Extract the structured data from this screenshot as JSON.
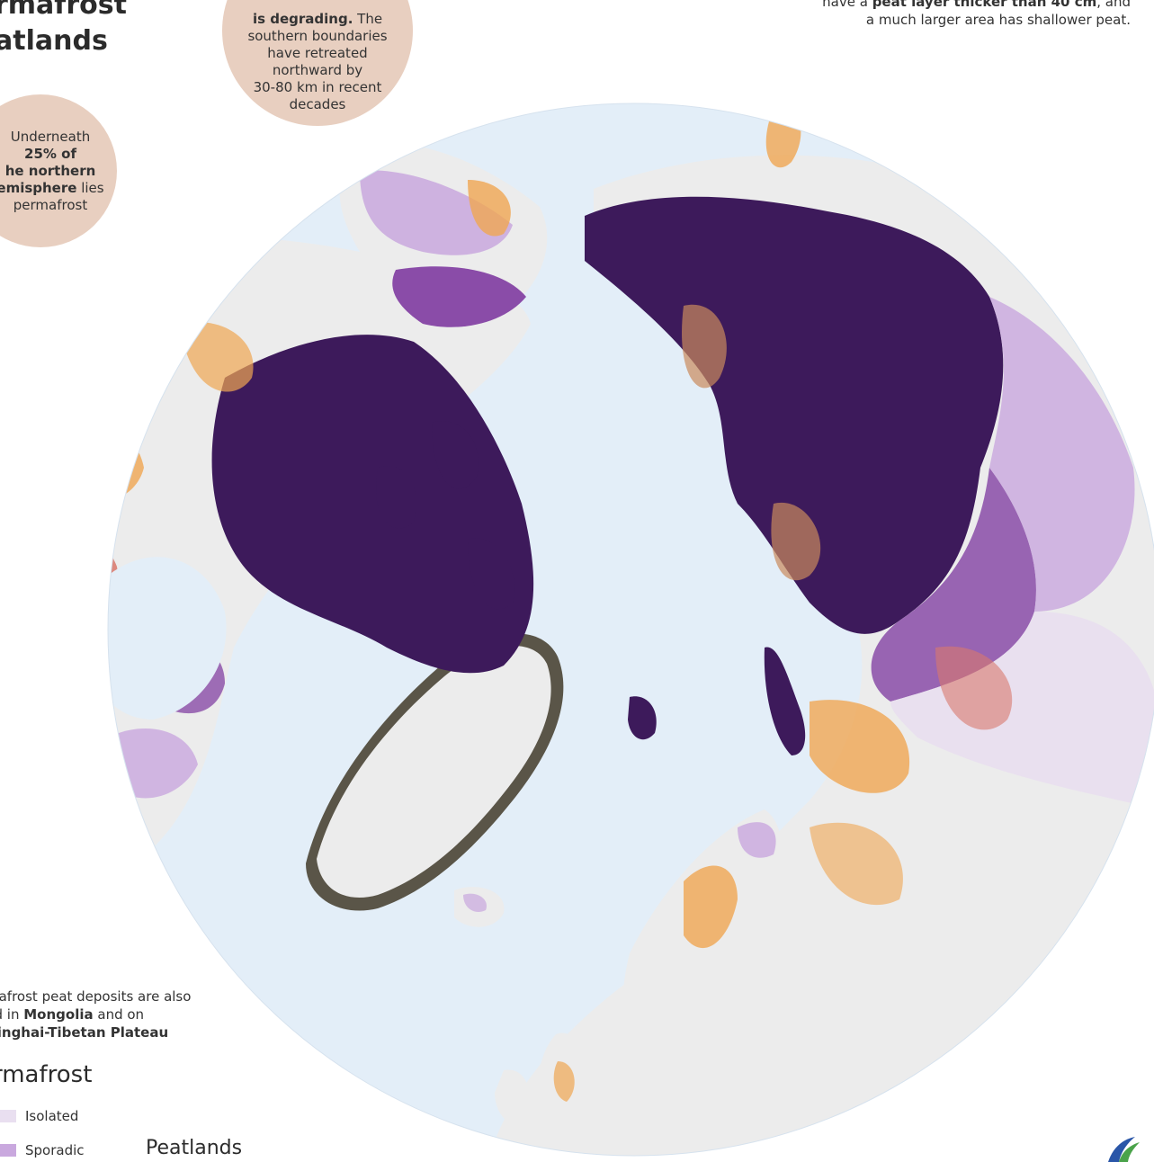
{
  "title_lines": [
    "rmafrost",
    "atlands"
  ],
  "bubble_left": {
    "line1": "Underneath",
    "bold1": "25% of",
    "bold2": "he northern",
    "bold3": "emisphere",
    "line2": " lies",
    "line3": "permafrost"
  },
  "bubble_top": {
    "bold": "is degrading.",
    "rest1": " The",
    "line2": "southern boundaries",
    "line3": "have retreated",
    "line4": "northward by",
    "line5": "30-80 km in recent",
    "line6": "decades"
  },
  "note_top_right": {
    "pre": "have a ",
    "bold": "peat layer thicker than 40 cm",
    "post": ", and",
    "line2": "a much larger area has shallower peat."
  },
  "note_bottom_left": {
    "line1": "mafrost peat deposits are also",
    "pre2": "nd in ",
    "bold2": "Mongolia",
    "post2": " and on",
    "bold3": "Qinghai-Tibetan Plateau"
  },
  "legend": {
    "title": "rmafrost",
    "items": [
      {
        "label": "Isolated",
        "color": "#e9dff0"
      },
      {
        "label": "Sporadic",
        "color": "#c9a8de"
      }
    ],
    "peat_title": "Peatlands"
  },
  "colors": {
    "ocean": "#e3eef8",
    "land": "#ececec",
    "continuous": "#3d1a5b",
    "discontinuous": "#8a4ca8",
    "sporadic": "#c9a8de",
    "isolated": "#e9dff0",
    "peat_orange": "#f0a653",
    "peat_red": "#d9786c",
    "peat_brown": "#c98a5c",
    "bubble": "#e8cfc0"
  }
}
